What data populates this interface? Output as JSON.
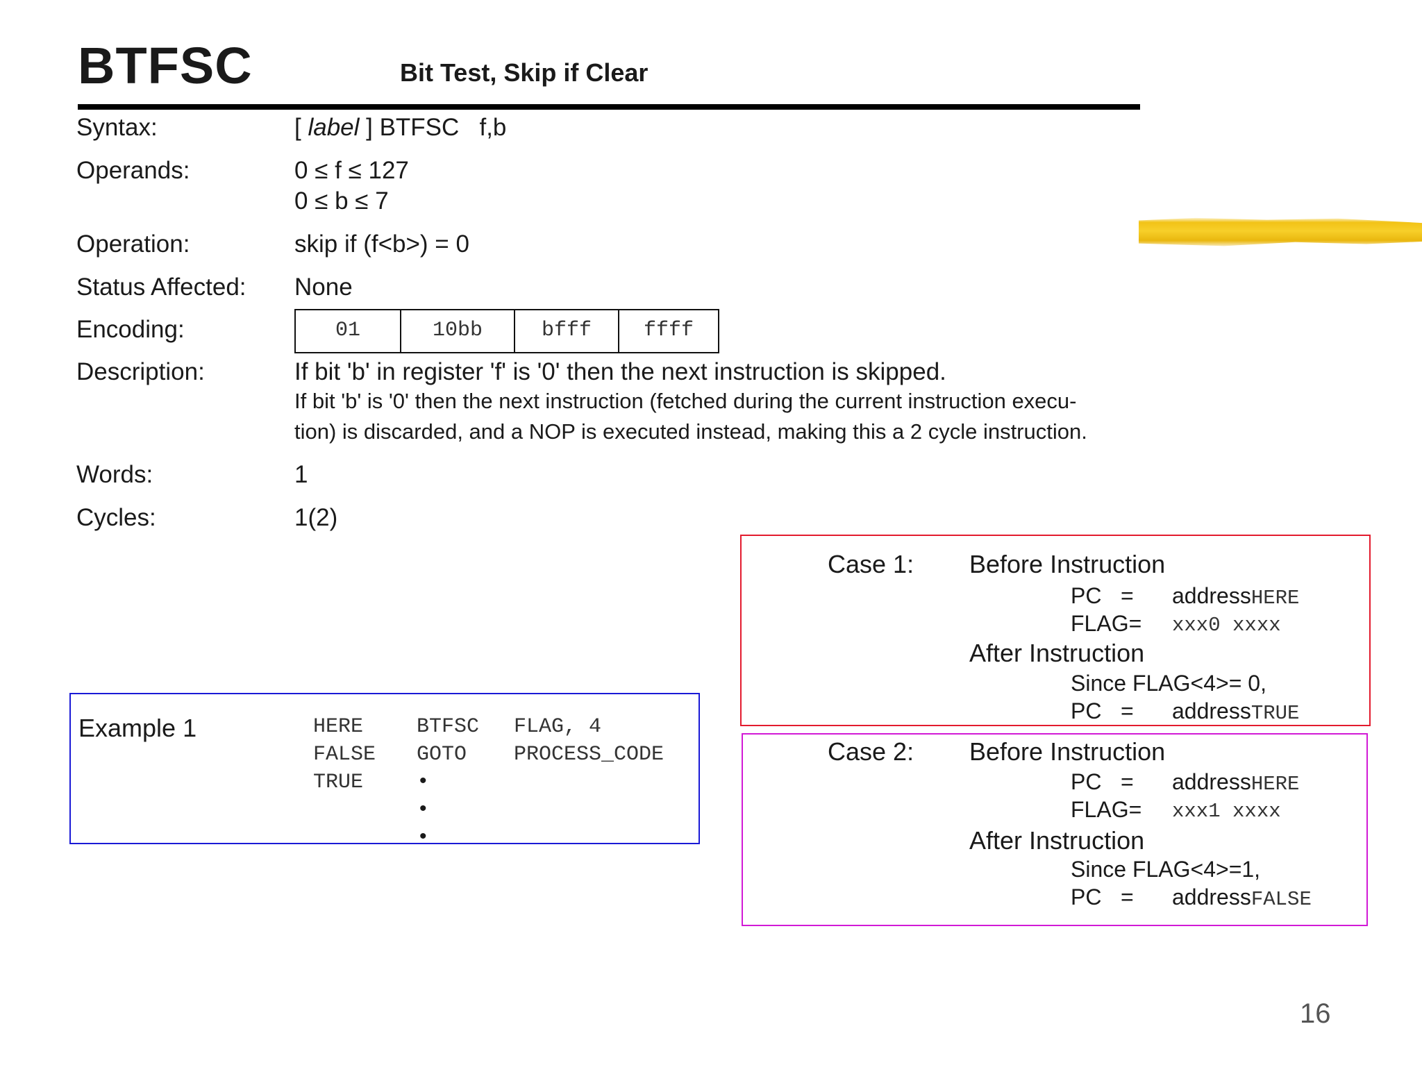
{
  "header": {
    "mnemonic": "BTFSC",
    "description": "Bit Test, Skip if Clear"
  },
  "fields": {
    "syntax_label": "Syntax:",
    "syntax_open": "[ ",
    "syntax_label_word": "label",
    "syntax_rest": " ] BTFSC   f,b",
    "operands_label": "Operands:",
    "operand_f": "0 ≤ f ≤ 127",
    "operand_b": "0 ≤ b ≤ 7",
    "operation_label": "Operation:",
    "operation_value": "skip if (f<b>) = 0",
    "status_label": "Status Affected:",
    "status_value": "None",
    "encoding_label": "Encoding:",
    "encoding_cells": [
      "01",
      "10bb",
      "bfff",
      "ffff"
    ],
    "description_label": "Description:",
    "description_main": "If bit 'b' in register 'f' is '0' then the next instruction is skipped.",
    "description_line2": "If bit 'b' is '0' then the next instruction (fetched during the current instruction execu-",
    "description_line3": "tion) is discarded, and a NOP is executed instead, making this a 2 cycle instruction.",
    "words_label": "Words:",
    "words_value": "1",
    "cycles_label": "Cycles:",
    "cycles_value": "1(2)"
  },
  "example": {
    "title": "Example 1",
    "rows": [
      {
        "label": "HERE",
        "op": "BTFSC",
        "args": "FLAG, 4"
      },
      {
        "label": "FALSE",
        "op": "GOTO",
        "args": "PROCESS_CODE"
      },
      {
        "label": "TRUE",
        "op": "•",
        "args": ""
      }
    ],
    "bullets": [
      "•",
      "•"
    ]
  },
  "case1": {
    "title": "Case 1:",
    "before": "Before Instruction",
    "pc_label": "PC",
    "eq": "=",
    "pc_before_prefix": "address",
    "pc_before_suffix": "HERE",
    "flag_label": "FLAG=",
    "flag_value": "xxx0 xxxx",
    "after": "After Instruction",
    "since": "Since FLAG<4>= 0,",
    "pc_after_prefix": "address",
    "pc_after_suffix": "TRUE"
  },
  "case2": {
    "title": "Case 2:",
    "before": "Before Instruction",
    "pc_label": "PC",
    "eq": "=",
    "pc_before_prefix": "address",
    "pc_before_suffix": "HERE",
    "flag_label": "FLAG=",
    "flag_value": "xxx1 xxxx",
    "after": "After Instruction",
    "since": "Since FLAG<4>=1,",
    "pc_after_prefix": "address",
    "pc_after_suffix": "FALSE"
  },
  "page_number": "16",
  "colors": {
    "example_border": "#1a1ad6",
    "case1_border": "#e31b2e",
    "case2_border": "#d21ad6",
    "highlighter": "#f2c317"
  }
}
